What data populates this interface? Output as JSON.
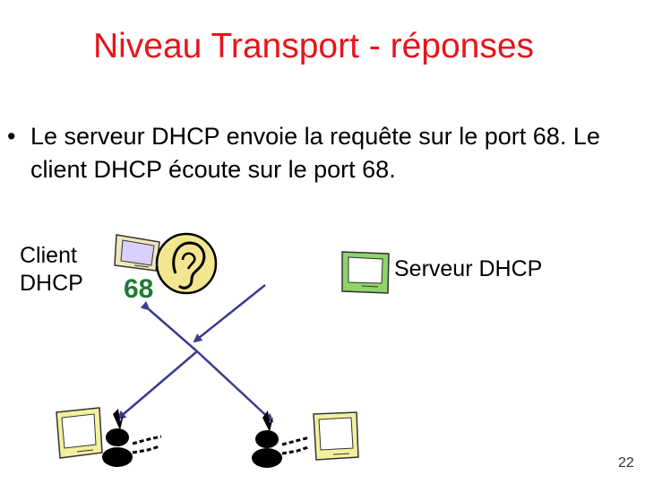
{
  "slide": {
    "title": "Niveau Transport - réponses",
    "bullet_marker": "•",
    "bullet": "Le serveur DHCP envoie la requête sur le port 68. Le client DHCP écoute sur le port 68.",
    "client_label": "Client\nDHCP",
    "server_label": "Serveur DHCP",
    "port": "68",
    "page_number": "22"
  },
  "colors": {
    "title": "#e8141b",
    "port": "#1f7a33",
    "arrow": "#3b3b8f",
    "client_screen": "#e8e0a0",
    "server_screen": "#8fd36a",
    "host_screen": "#f4f0a0"
  },
  "icons": [
    "client-computer-icon",
    "ear-icon",
    "server-computer-icon",
    "host-computer-icon",
    "person-icon"
  ]
}
